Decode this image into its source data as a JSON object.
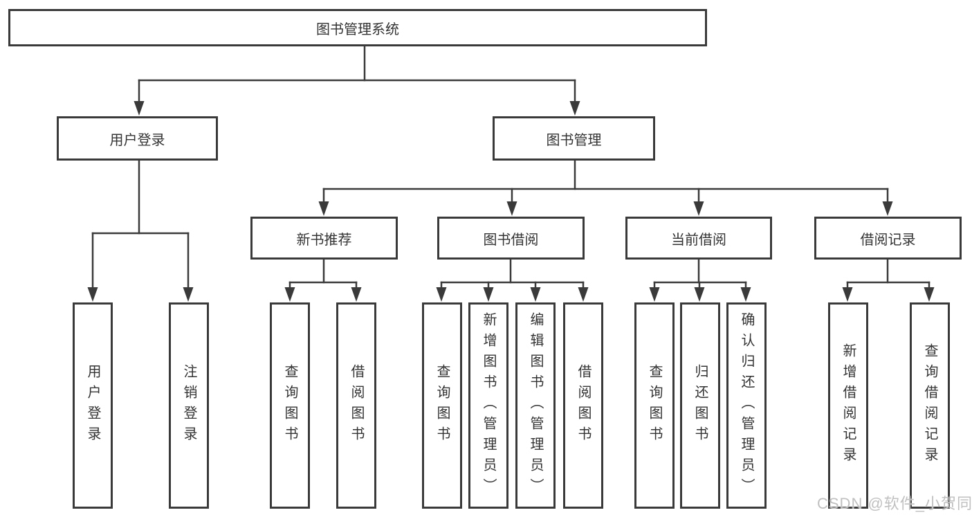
{
  "tree": {
    "root": {
      "label": "图书管理系统"
    },
    "children": [
      {
        "label": "用户登录",
        "children": [
          {
            "label": "用户登录"
          },
          {
            "label": "注销登录"
          }
        ]
      },
      {
        "label": "图书管理",
        "children": [
          {
            "label": "新书推荐",
            "children": [
              {
                "label": "查询图书"
              },
              {
                "label": "借阅图书"
              }
            ]
          },
          {
            "label": "图书借阅",
            "children": [
              {
                "label": "查询图书"
              },
              {
                "label": "新增图书（管理员）"
              },
              {
                "label": "编辑图书（管理员）"
              },
              {
                "label": "借阅图书"
              }
            ]
          },
          {
            "label": "当前借阅",
            "children": [
              {
                "label": "查询图书"
              },
              {
                "label": "归还图书"
              },
              {
                "label": "确认归还（管理员）"
              }
            ]
          },
          {
            "label": "借阅记录",
            "children": [
              {
                "label": "新增借阅记录"
              },
              {
                "label": "查询借阅记录"
              }
            ]
          }
        ]
      }
    ]
  },
  "watermark": {
    "text": "CSDN @软件_小贺同学"
  },
  "colors": {
    "line": "#3a3a3a",
    "text": "#333333",
    "background": "#ffffff",
    "watermark": "#c0c0c0"
  }
}
